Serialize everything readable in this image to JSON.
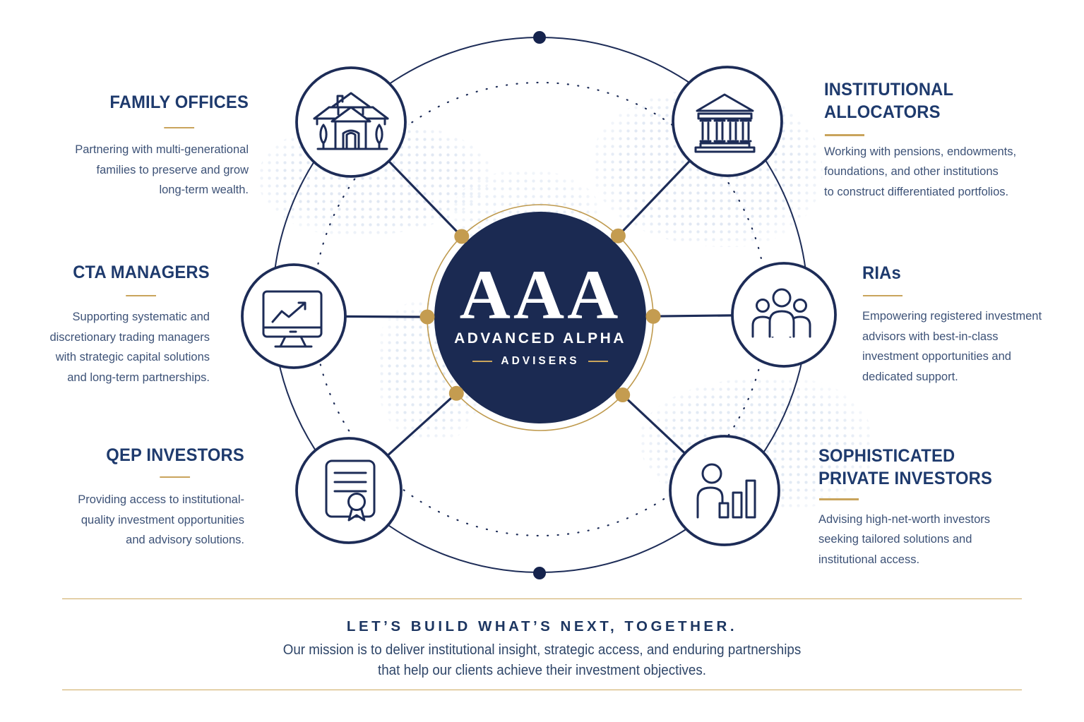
{
  "brand": {
    "monogram": "AAA",
    "name": "ADVANCED ALPHA",
    "descriptor": "ADVISERS"
  },
  "nodes": [
    {
      "id": "family-offices",
      "icon": "house-icon",
      "title_lines": [
        "FAMILY OFFICES"
      ],
      "body_lines": [
        "Partnering with multi-generational",
        "families to preserve and grow",
        "long-term wealth."
      ]
    },
    {
      "id": "institutional-allocators",
      "icon": "bank-icon",
      "title_lines": [
        "INSTITUTIONAL",
        "ALLOCATORS"
      ],
      "body_lines": [
        "Working with pensions, endowments,",
        "foundations, and other institutions",
        "to construct differentiated portfolios."
      ]
    },
    {
      "id": "cta-managers",
      "icon": "monitor-chart-icon",
      "title_lines": [
        "CTA MANAGERS"
      ],
      "body_lines": [
        "Supporting systematic and",
        "discretionary trading managers",
        "with strategic capital solutions",
        "and long-term partnerships."
      ]
    },
    {
      "id": "rias",
      "icon": "people-icon",
      "title_lines": [
        "RIAs"
      ],
      "body_lines": [
        "Empowering registered investment",
        "advisors with best-in-class",
        "investment opportunities and",
        "dedicated support."
      ]
    },
    {
      "id": "qep-investors",
      "icon": "certificate-icon",
      "title_lines": [
        "QEP INVESTORS"
      ],
      "body_lines": [
        "Providing access to institutional-",
        "quality investment opportunities",
        "and advisory solutions."
      ]
    },
    {
      "id": "sophisticated-private-investors",
      "icon": "person-chart-icon",
      "title_lines": [
        "SOPHISTICATED",
        "PRIVATE INVESTORS"
      ],
      "body_lines": [
        "Advising high-net-worth investors",
        "seeking tailored solutions and",
        "institutional access."
      ]
    }
  ],
  "footer": {
    "headline": "LET’S BUILD WHAT’S NEXT, TOGETHER.",
    "mission_lines": [
      "Our mission is to deliver institutional insight, strategic access, and enduring partnerships",
      "that help our clients achieve their investment objectives."
    ]
  },
  "colors": {
    "navy": "#1b2a52",
    "gold": "#c9a45c",
    "heading": "#1e3a6d",
    "body_text": "#3d5277"
  }
}
